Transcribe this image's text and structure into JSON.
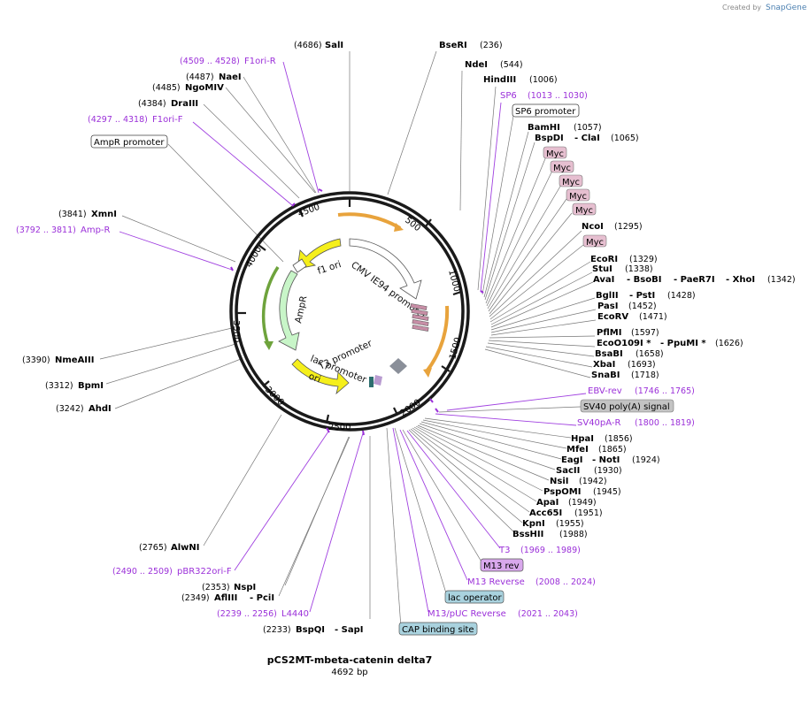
{
  "credit": {
    "created_by": "Created by",
    "brand": "SnapGene"
  },
  "plasmid": {
    "name": "pCS2MT-mbeta-catenin delta7",
    "length": "4692 bp"
  },
  "ticks": [
    "500",
    "1000",
    "1500",
    "2000",
    "2500",
    "3000",
    "3500",
    "4000",
    "4500"
  ],
  "features": {
    "f1_ori": "f1 ori",
    "cmv": "CMV IE94 promoter",
    "ampr": "AmpR",
    "t3_promoter": "T3 promoter",
    "lac_promoter": "lac promoter",
    "ori": "ori"
  },
  "boxes": {
    "sp6_promoter": "SP6 promoter",
    "ampr_promoter": "AmpR promoter",
    "myc": "Myc",
    "sv40_polya": "SV40 poly(A) signal",
    "m13_rev": "M13 rev",
    "lac_operator": "lac operator",
    "cap_binding": "CAP binding site"
  },
  "labels": {
    "sali": {
      "name": "SalI",
      "pos": "(4686)"
    },
    "beseri": {
      "name": "BseRI",
      "pos": "(236)"
    },
    "ndei": {
      "name": "NdeI",
      "pos": "(544)"
    },
    "hindiii": {
      "name": "HindIII",
      "pos": "(1006)"
    },
    "sp6": {
      "name": "SP6",
      "pos": "(1013 .. 1030)"
    },
    "bamhi": {
      "name": "BamHI",
      "pos": "(1057)"
    },
    "bspdi": {
      "name": "BspDI",
      "name2": "- ClaI",
      "pos": "(1065)"
    },
    "ncoi": {
      "name": "NcoI",
      "pos": "(1295)"
    },
    "ecori": {
      "name": "EcoRI",
      "pos": "(1329)"
    },
    "stui": {
      "name": "StuI",
      "pos": "(1338)"
    },
    "avai": {
      "name": "AvaI",
      "name2": "- BsoBI",
      "name3": "- PaeR7I",
      "name4": "- XhoI",
      "pos": "(1342)"
    },
    "bglii": {
      "name": "BglII",
      "name2": "- PstI",
      "pos": "(1428)"
    },
    "pasi": {
      "name": "PasI",
      "pos": "(1452)"
    },
    "ecorv": {
      "name": "EcoRV",
      "pos": "(1471)"
    },
    "pflmi": {
      "name": "PflMI",
      "pos": "(1597)"
    },
    "ecoo109i": {
      "name": "EcoO109I *",
      "name2": "- PpuMI *",
      "pos": "(1626)"
    },
    "bsabi": {
      "name": "BsaBI",
      "pos": "(1658)"
    },
    "xbai": {
      "name": "XbaI",
      "pos": "(1693)"
    },
    "snabi": {
      "name": "SnaBI",
      "pos": "(1718)"
    },
    "ebvrev": {
      "name": "EBV-rev",
      "pos": "(1746 .. 1765)"
    },
    "sv40par": {
      "name": "SV40pA-R",
      "pos": "(1800 .. 1819)"
    },
    "hpai": {
      "name": "HpaI",
      "pos": "(1856)"
    },
    "mfei": {
      "name": "MfeI",
      "pos": "(1865)"
    },
    "eagi": {
      "name": "EagI",
      "name2": "- NotI",
      "pos": "(1924)"
    },
    "sacii": {
      "name": "SacII",
      "pos": "(1930)"
    },
    "nsii": {
      "name": "NsiI",
      "pos": "(1942)"
    },
    "pspomi": {
      "name": "PspOMI",
      "pos": "(1945)"
    },
    "apai": {
      "name": "ApaI",
      "pos": "(1949)"
    },
    "acc65i": {
      "name": "Acc65I",
      "pos": "(1951)"
    },
    "kpni": {
      "name": "KpnI",
      "pos": "(1955)"
    },
    "bsshii": {
      "name": "BssHII",
      "pos": "(1988)"
    },
    "t3": {
      "name": "T3",
      "pos": "(1969 .. 1989)"
    },
    "m13reverse": {
      "name": "M13 Reverse",
      "pos": "(2008 .. 2024)"
    },
    "m13puc": {
      "name": "M13/pUC Reverse",
      "pos": "(2021 .. 2043)"
    },
    "bspqi": {
      "name": "BspQI",
      "name2": "- SapI",
      "pos": "(2233)"
    },
    "l4440": {
      "name": "L4440",
      "pos": "(2239 .. 2256)"
    },
    "afliii": {
      "name": "AflIII",
      "name2": "- PciI",
      "pos": "(2349)"
    },
    "nspi": {
      "name": "NspI",
      "pos": "(2353)"
    },
    "pbr322": {
      "name": "pBR322ori-F",
      "pos": "(2490 .. 2509)"
    },
    "alwni": {
      "name": "AlwNI",
      "pos": "(2765)"
    },
    "ahdi": {
      "name": "AhdI",
      "pos": "(3242)"
    },
    "bpmi": {
      "name": "BpmI",
      "pos": "(3312)"
    },
    "nmeaiii": {
      "name": "NmeAIII",
      "pos": "(3390)"
    },
    "ampr_primer": {
      "name": "Amp-R",
      "pos": "(3792 .. 3811)"
    },
    "xmni": {
      "name": "XmnI",
      "pos": "(3841)"
    },
    "f1orif": {
      "name": "F1ori-F",
      "pos": "(4297 .. 4318)"
    },
    "draiii": {
      "name": "DraIII",
      "pos": "(4384)"
    },
    "ngomiv": {
      "name": "NgoMIV",
      "pos": "(4485)"
    },
    "naei": {
      "name": "NaeI",
      "pos": "(4487)"
    },
    "f1orir": {
      "name": "F1ori-R",
      "pos": "(4509 .. 4528)"
    }
  },
  "colors": {
    "ring": "#1a1a1a",
    "orange_arrow": "#e8a33c",
    "yellow_feature": "#f5ef1b",
    "ampr_fill": "#c8f5c8",
    "primer": "#9b30d9",
    "myc_box": "#e6bfd0",
    "m13rev_box": "#d9a8ec",
    "blue_box": "#a9d2de",
    "grey_box": "#c3c3c3"
  }
}
